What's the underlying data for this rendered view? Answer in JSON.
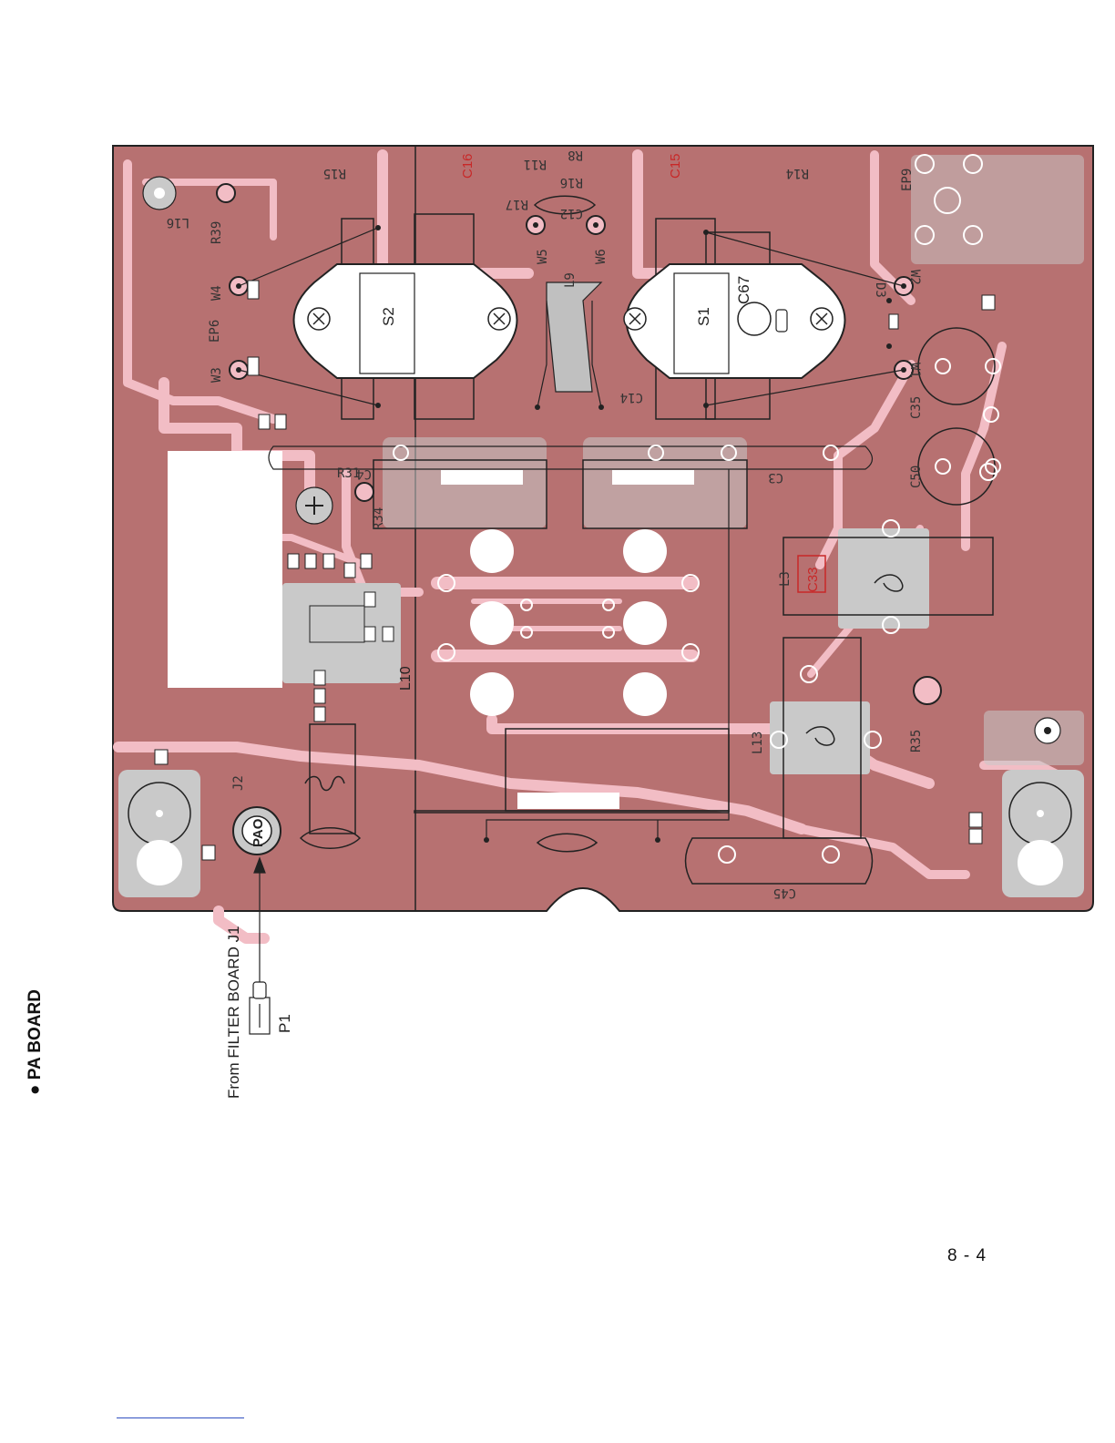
{
  "section_title": "● PA BOARD",
  "source_label": "From FILTER BOARD J1",
  "plug_label": "P1",
  "page_number": "8 - 4",
  "colors": {
    "board": "#b77171",
    "copper": "#f2bdc5",
    "silk": "#c9c9c9",
    "outline": "#222222",
    "red_label": "#c82828",
    "white": "#ffffff"
  },
  "components": {
    "s1": "S1",
    "s2": "S2",
    "c67": "C67",
    "c33": "C33",
    "c16": "C16",
    "c15": "C15",
    "c14": "C14",
    "c12": "C12",
    "c4": "C4",
    "c3": "C3",
    "c35": "C35",
    "c50": "C50",
    "c45": "C45",
    "r15": "R15",
    "r14": "R14",
    "r11": "R11",
    "r8": "R8",
    "r16": "R16",
    "r17": "R17",
    "r39": "R39",
    "r31": "R31",
    "r34": "R34",
    "r35": "R35",
    "l16": "L16",
    "l9": "L9",
    "l3": "L3",
    "l10": "L10",
    "l13": "L13",
    "w1": "W1",
    "w2": "W2",
    "w3": "W3",
    "w4": "W4",
    "w5": "W5",
    "w6": "W6",
    "ep6": "EP6",
    "ep9": "EP9",
    "d3": "D3",
    "j2": "J2",
    "pao": "PAO"
  }
}
